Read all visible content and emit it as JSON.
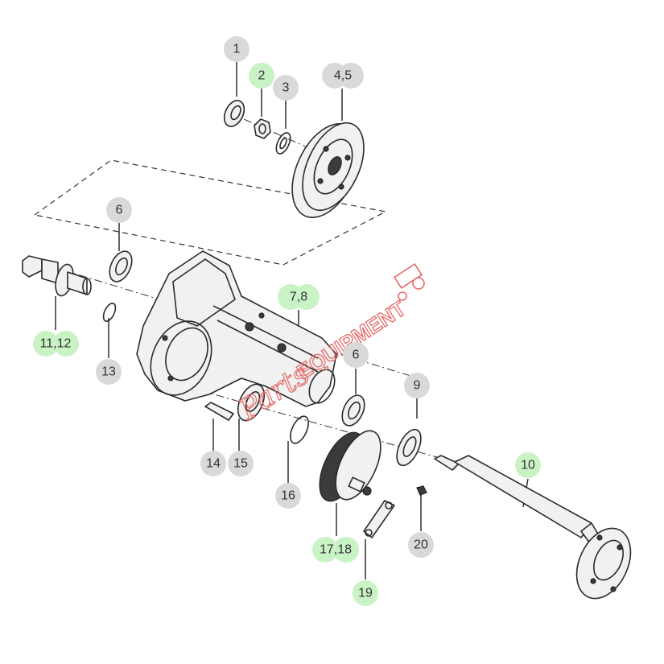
{
  "diagram": {
    "colors": {
      "callout_default": "#d9d9d9",
      "callout_highlight": "#c9f2c5",
      "line": "#222222",
      "watermark": "#e56a6a"
    },
    "callouts": [
      {
        "id": "c1",
        "label": "1",
        "highlighted": false
      },
      {
        "id": "c2",
        "label": "2",
        "highlighted": true
      },
      {
        "id": "c3",
        "label": "3",
        "highlighted": false
      },
      {
        "id": "c45",
        "label": "4,5",
        "highlighted": false
      },
      {
        "id": "c6a",
        "label": "6",
        "highlighted": false
      },
      {
        "id": "c78",
        "label": "7,8",
        "highlighted": true
      },
      {
        "id": "c1112",
        "label": "11,12",
        "highlighted": true
      },
      {
        "id": "c13",
        "label": "13",
        "highlighted": false
      },
      {
        "id": "c6b",
        "label": "6",
        "highlighted": false
      },
      {
        "id": "c9",
        "label": "9",
        "highlighted": false
      },
      {
        "id": "c10",
        "label": "10",
        "highlighted": true
      },
      {
        "id": "c14",
        "label": "14",
        "highlighted": false
      },
      {
        "id": "c15",
        "label": "15",
        "highlighted": false
      },
      {
        "id": "c16",
        "label": "16",
        "highlighted": false
      },
      {
        "id": "c1718",
        "label": "17,18",
        "highlighted": true
      },
      {
        "id": "c20",
        "label": "20",
        "highlighted": false
      },
      {
        "id": "c19",
        "label": "19",
        "highlighted": true
      }
    ],
    "watermark": {
      "script_text": "Parts",
      "block_text": "EQUIPMENT"
    }
  }
}
